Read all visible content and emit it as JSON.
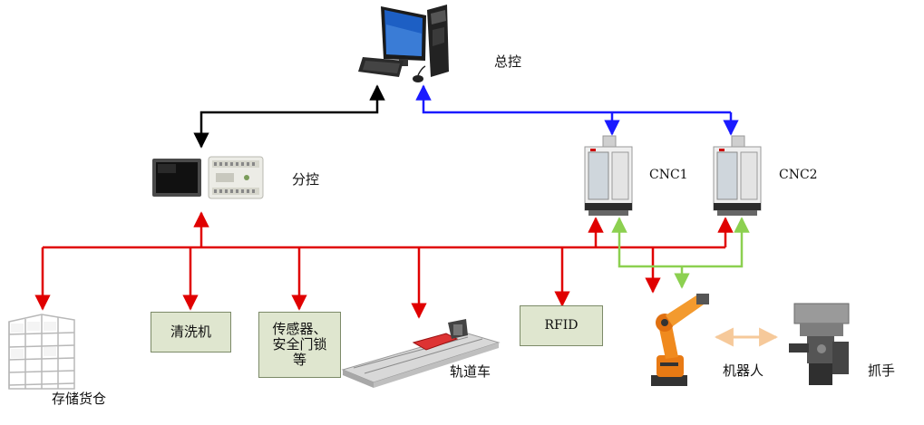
{
  "nodes": {
    "main_control": "总控",
    "sub_control": "分控",
    "cnc1": "CNC1",
    "cnc2": "CNC2",
    "washer": "清洗机",
    "sensors_line1": "传感器、",
    "sensors_line2": "安全门锁",
    "sensors_line3": "等",
    "rfid": "RFID",
    "rail_car": "轨道车",
    "storage": "存储货仓",
    "robot": "机器人",
    "gripper": "抓手"
  },
  "colors": {
    "black_link": "#000000",
    "blue_link": "#1a1aff",
    "red_bus": "#e00000",
    "green_link": "#8cd050",
    "robot_gripper_link": "#f6c99a",
    "box_fill": "#dfe6cf"
  },
  "icons": [
    "desktop-computer-icon",
    "touch-panel-icon",
    "plc-icon",
    "cnc-machine-icon",
    "shelving-icon",
    "linear-rail-icon",
    "industrial-robot-icon",
    "gripper-icon"
  ]
}
